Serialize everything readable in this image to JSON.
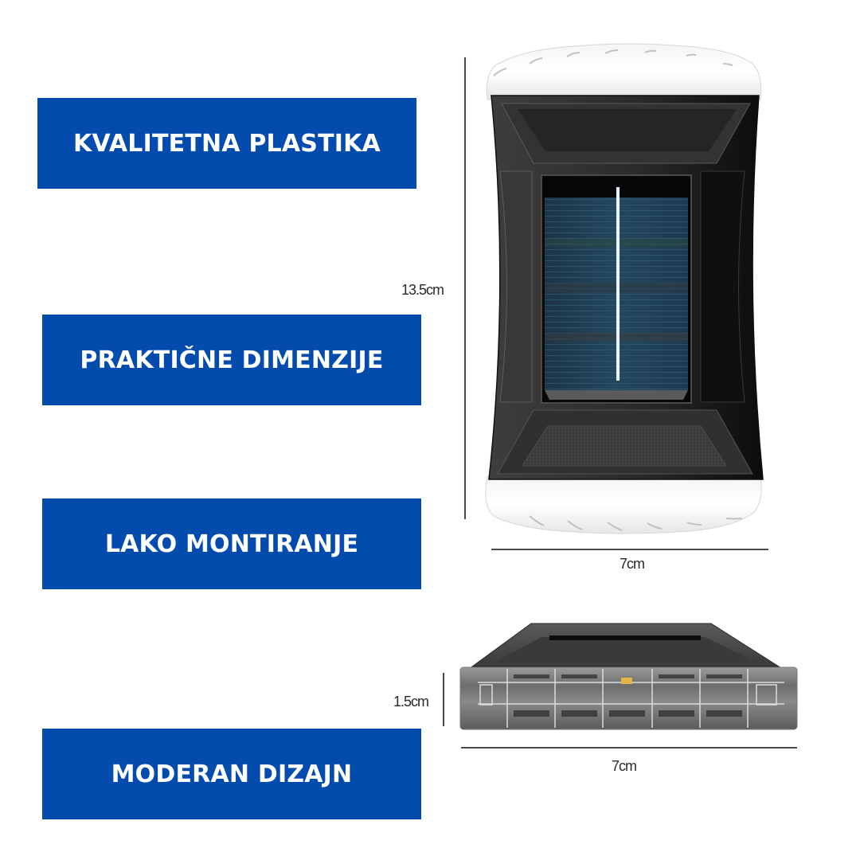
{
  "features": [
    {
      "label": "KVALITETNA PLASTIKA"
    },
    {
      "label": "PRAKTIČNE DIMENZIJE"
    },
    {
      "label": "LAKO MONTIRANJE"
    },
    {
      "label": "MODERAN DIZAJN"
    }
  ],
  "front_view": {
    "height_label": "13.5cm",
    "width_label": "7cm"
  },
  "side_view": {
    "depth_label": "1.5cm",
    "width_label": "7cm"
  },
  "colors": {
    "feature_box": "#034cad",
    "feature_text": "#ffffff",
    "dimension_line": "#4a4a4a",
    "product_body": "#2b2b2b",
    "solar_panel": "#1f3d55"
  }
}
